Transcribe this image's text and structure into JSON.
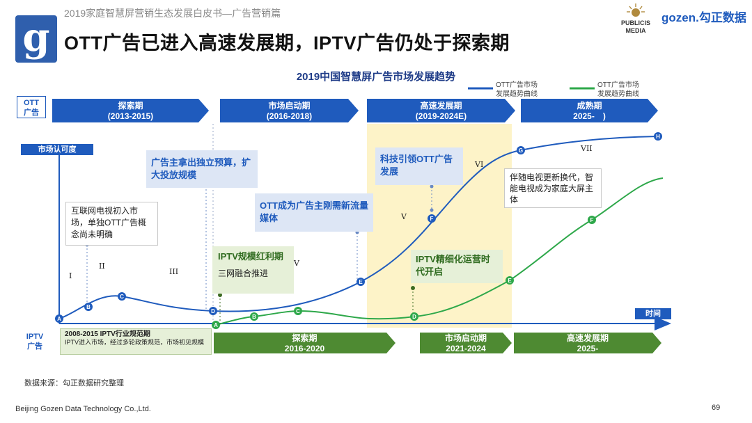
{
  "header": {
    "subtitle": "2019家庭智慧屏营销生态发展白皮书—广告营销篇",
    "title": "OTT广告已进入高速发展期，IPTV广告仍处于探索期",
    "logo_left_letter": "g",
    "publicis_line1": "PUBLICIS",
    "publicis_line2": "MEDIA",
    "gozen_logo": "gozen.勾正数据"
  },
  "chart_data": {
    "type": "diagram",
    "title": "2019中国智慧屏广告市场发展趋势",
    "legend": [
      {
        "name_line1": "OTT广告市场",
        "name_line2": "发展趋势曲线",
        "color": "#1f5bbd"
      },
      {
        "name_line1": "OTT广告市场",
        "name_line2": "发展趋势曲线",
        "color": "#2ea84a"
      }
    ],
    "y_axis_label": "市场认可度",
    "x_axis_label": "时间",
    "ott_row_label_line1": "OTT",
    "ott_row_label_line2": "广告",
    "iptv_row_label_line1": "IPTV",
    "iptv_row_label_line2": "广告",
    "ott_phases": [
      {
        "name": "探索期",
        "period": "(2013-2015)"
      },
      {
        "name": "市场启动期",
        "period": "(2016-2018)"
      },
      {
        "name": "高速发展期",
        "period": "(2019-2024E)"
      },
      {
        "name": "成熟期",
        "period": "2025-　)"
      }
    ],
    "iptv_first_phase_title": "2008-2015 IPTV行业规范期",
    "iptv_first_phase_desc": "IPTV进入市场，经过多轮政策规范，市场初见规模",
    "iptv_phases": [
      {
        "name": "探索期",
        "period": "2016-2020"
      },
      {
        "name": "市场启动期",
        "period": "2021-2024"
      },
      {
        "name": "高速发展期",
        "period": "2025-"
      }
    ],
    "notes": {
      "ott_b": "互联网电视初入市场，单独OTT广告概念尚未明确",
      "ott_d": "广告主拿出独立预算，扩大投放规模",
      "ott_e": "OTT成为广告主刚需新流量媒体",
      "ott_f": "科技引领OTT广告发展",
      "ott_g": "伴随电视更新换代，智能电视成为家庭大屏主体",
      "iptv_a_title": "IPTV规模红利期",
      "iptv_a_desc": "三网融合推进",
      "iptv_d": "IPTV精细化运营时代开启"
    },
    "ott_points": [
      "A",
      "B",
      "C",
      "D",
      "E",
      "F",
      "G",
      "H"
    ],
    "iptv_points": [
      "A",
      "B",
      "C",
      "D",
      "E",
      "F"
    ],
    "stage_numerals": [
      "I",
      "II",
      "III",
      "V",
      "V",
      "VI",
      "VII"
    ],
    "colors": {
      "ott_blue": "#1f5bbd",
      "iptv_green": "#2ea84a",
      "iptv_phase_green": "#4e8a32",
      "highlight_yellow": "#fdf3c8"
    }
  },
  "footer": {
    "source": "数据来源：勾正数据研究整理",
    "company": "Beijing Gozen Data Technology Co.,Ltd.",
    "page": "69"
  }
}
